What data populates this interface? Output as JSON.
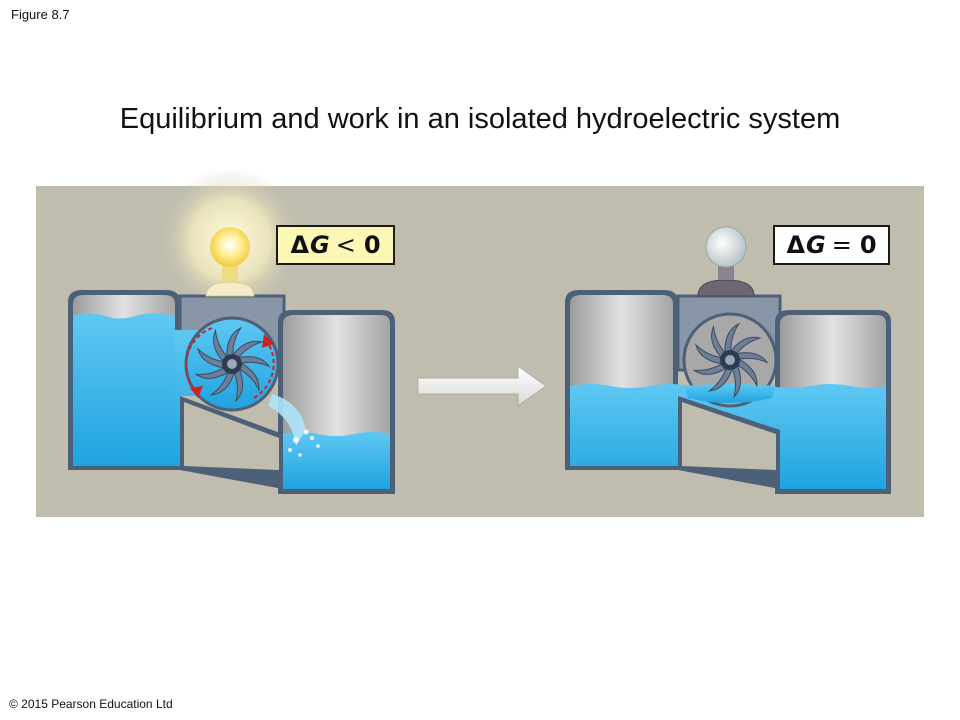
{
  "figure_label": "Figure 8.7",
  "title": "Equilibrium and work in an isolated hydroelectric system",
  "left_state": {
    "delta": "Δ",
    "variable": "G",
    "relation": "<",
    "value": "0",
    "bulb": "lit"
  },
  "right_state": {
    "delta": "Δ",
    "variable": "G",
    "relation": "=",
    "value": "0",
    "bulb": "unlit"
  },
  "copyright": "© 2015 Pearson Education Ltd",
  "colors": {
    "panel_background": "#c0bdae",
    "water": "#36b4ea",
    "tank_wall": "#4c6078",
    "label_box_left": "#fdf7b6",
    "rotation_arrows": "#d02020"
  }
}
